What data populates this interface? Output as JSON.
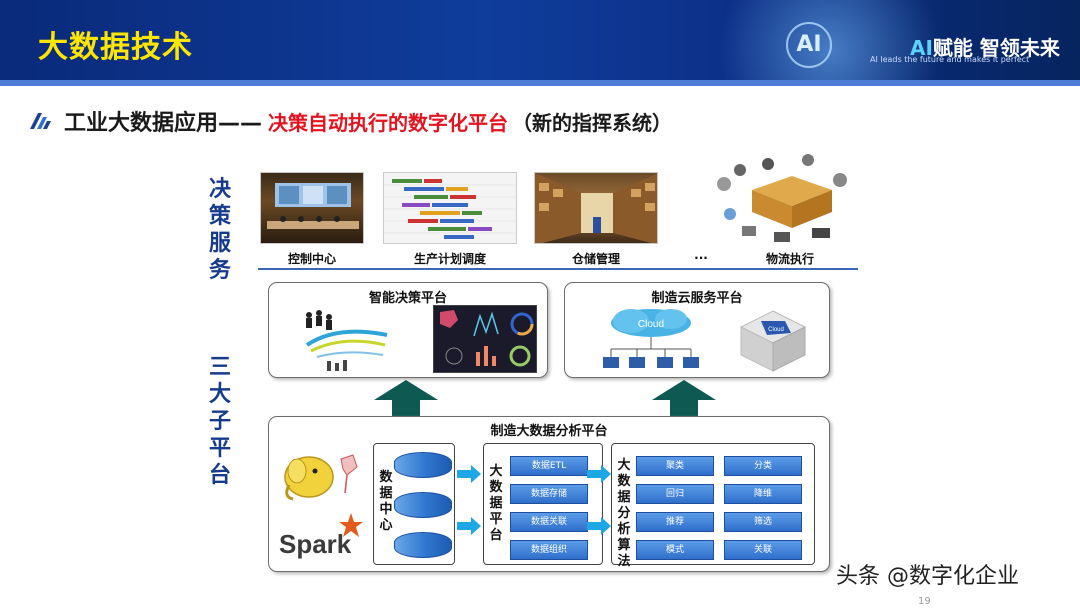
{
  "banner": {
    "title": "大数据技术",
    "logo_text": "AI",
    "brand_ai": "AI",
    "brand_rest": "赋能 智领未来",
    "brand_sub": "AI leads the future and makes it perfect"
  },
  "heading": {
    "main": "工业大数据应用——",
    "accent": "决策自动执行的数字化平台",
    "tail": "（新的指挥系统）"
  },
  "decision_label": "决策服务",
  "subplatform_label": "三大子平台",
  "services": [
    {
      "caption": "控制中心"
    },
    {
      "caption": "生产计划调度"
    },
    {
      "caption": "仓储管理"
    },
    {
      "caption": "..."
    },
    {
      "caption": "物流执行"
    }
  ],
  "panels": {
    "intelligent_decision": {
      "title": "智能决策平台"
    },
    "cloud_service": {
      "title": "制造云服务平台",
      "cloud_label": "Cloud",
      "cube_label": "Cloud"
    },
    "big_data_analysis": {
      "title": "制造大数据分析平台",
      "tools": {
        "spark": "Spark"
      },
      "data_center_label": "数据中心",
      "bigdata_platform_label": "大数据平台",
      "bigdata_platform_items": [
        "数据ETL",
        "数据存储",
        "数据关联",
        "数据组织"
      ],
      "algorithms_label": "大数据分析算法",
      "algorithms": [
        "聚类",
        "分类",
        "回归",
        "降维",
        "推荐",
        "筛选",
        "模式",
        "关联"
      ]
    }
  },
  "watermark": "头条 @数字化企业",
  "page_number": "19"
}
